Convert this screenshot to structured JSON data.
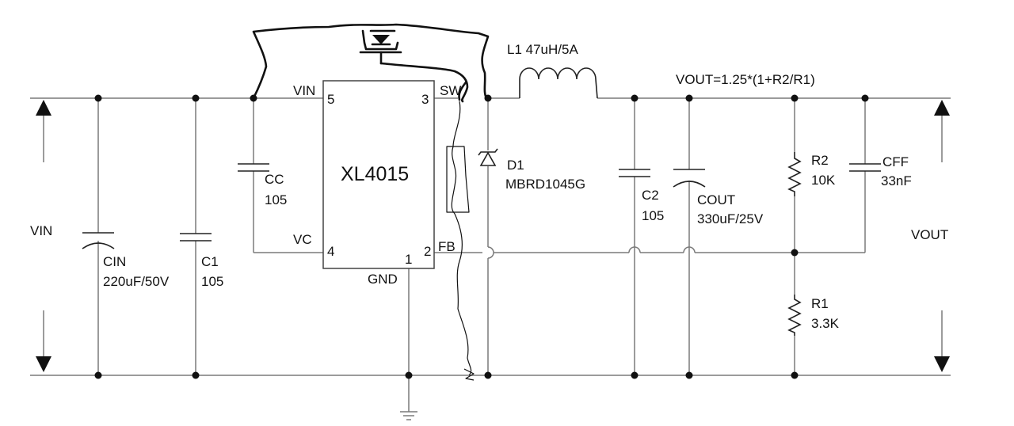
{
  "schematic": {
    "ic": {
      "name": "XL4015",
      "pins": {
        "vin": "VIN",
        "sw": "SW",
        "vc": "VC",
        "fb": "FB",
        "gnd": "GND",
        "n5": "5",
        "n3": "3",
        "n4": "4",
        "n2": "2",
        "n1": "1"
      }
    },
    "inductor": {
      "label": "L1 47uH/5A"
    },
    "formula": "VOUT=1.25*(1+R2/R1)",
    "diode": {
      "ref": "D1",
      "part": "MBRD1045G"
    },
    "components": {
      "cin": {
        "ref": "CIN",
        "value": "220uF/50V"
      },
      "c1": {
        "ref": "C1",
        "value": "105"
      },
      "cc": {
        "ref": "CC",
        "value": "105"
      },
      "c2": {
        "ref": "C2",
        "value": "105"
      },
      "cout": {
        "ref": "COUT",
        "value": "330uF/25V"
      },
      "r2": {
        "ref": "R2",
        "value": "10K"
      },
      "r1": {
        "ref": "R1",
        "value": "3.3K"
      },
      "cff": {
        "ref": "CFF",
        "value": "33nF"
      }
    },
    "ports": {
      "vin": "VIN",
      "vout": "VOUT"
    }
  }
}
